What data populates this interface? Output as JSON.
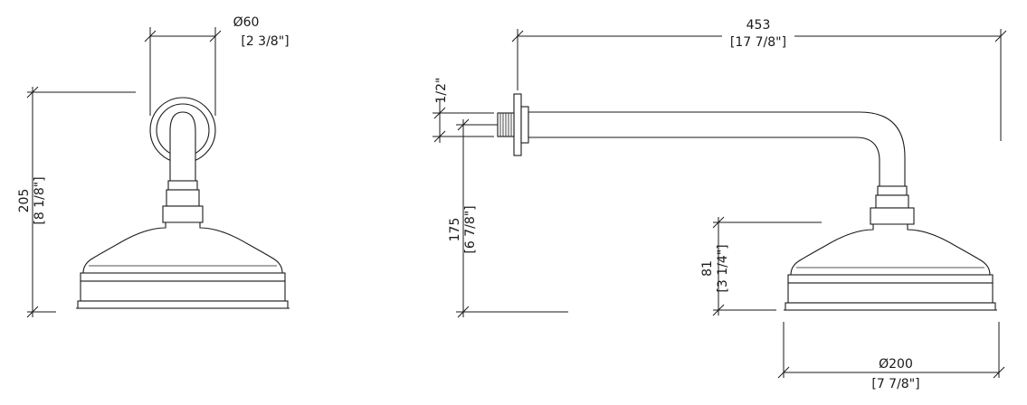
{
  "drawing": {
    "front_view": {
      "width_dim": {
        "mm": "Ø60",
        "inch": "[2 3/8\"]"
      },
      "height_dim": {
        "mm": "205",
        "inch": "[8 1/8\"]"
      }
    },
    "side_view": {
      "length_dim": {
        "mm": "453",
        "inch": "[17 7/8\"]"
      },
      "thread_dim": {
        "label": "1/2\""
      },
      "drop_dim": {
        "mm": "175",
        "inch": "[6 7/8\"]"
      },
      "head_height_dim": {
        "mm": "81",
        "inch": "[3 1/4\"]"
      },
      "head_dia_dim": {
        "mm": "Ø200",
        "inch": "[7 7/8\"]"
      }
    }
  }
}
